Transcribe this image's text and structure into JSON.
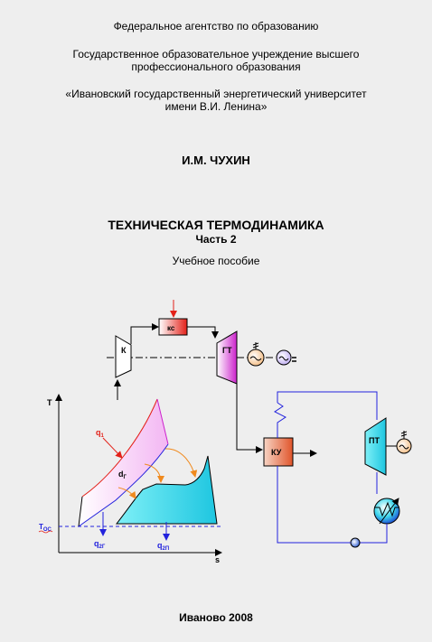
{
  "header": {
    "agency": "Федеральное агентство по образованию",
    "institution_line1": "Государственное образовательное учреждение высшего",
    "institution_line2": "профессионального образования",
    "university_line1": "«Ивановский государственный энергетический университет",
    "university_line2": "имени В.И. Ленина»"
  },
  "author": "И.М. ЧУХИН",
  "title": "ТЕХНИЧЕСКАЯ ТЕРМОДИНАМИКА",
  "part": "Часть 2",
  "book_type": "Учебное пособие",
  "diagram": {
    "k_label": "К",
    "ks_label": "кс",
    "gt_label": "ГТ",
    "ku_label": "КУ",
    "pt_label": "ПТ",
    "t_axis": "T",
    "s_axis": "s",
    "q1": "q",
    "q1_sub": "1",
    "dg": "d",
    "dg_sub": "Г",
    "q2g": "q",
    "q2g_sub": "2Г",
    "q2p": "q",
    "q2p_sub": "2П",
    "tos": "T",
    "tos_sub": "ОС",
    "colors": {
      "red": "#e32119",
      "blue": "#2222dd",
      "magenta": "#cc22cc",
      "cyan": "#22d2e6",
      "orange": "#f08a1e"
    }
  },
  "footer": "Иваново 2008"
}
